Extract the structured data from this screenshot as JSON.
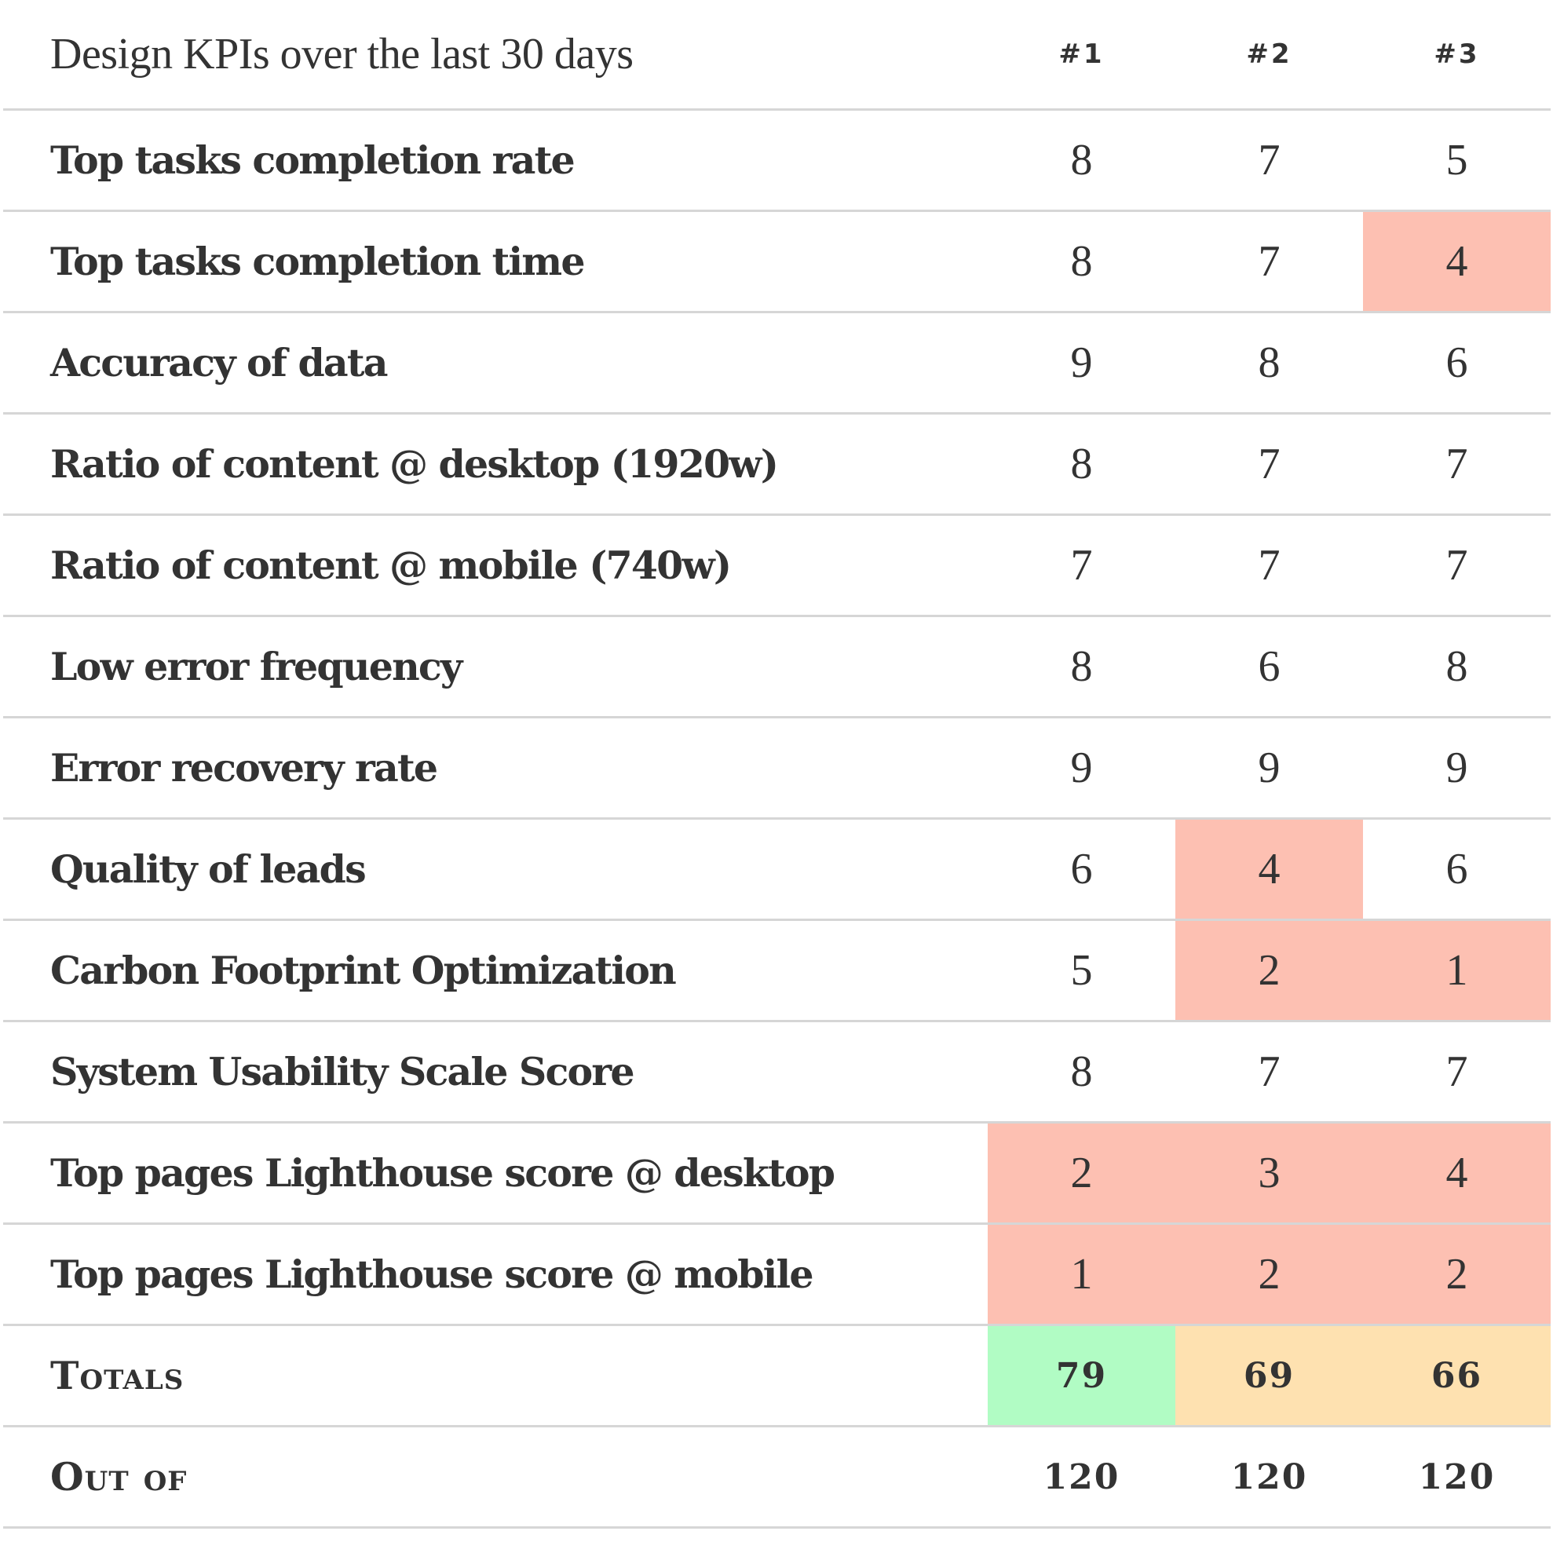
{
  "table": {
    "title": "Design KPIs over the last 30 days",
    "columns": [
      "#1",
      "#2",
      "#3"
    ],
    "rows": [
      {
        "label": "Top tasks completion rate",
        "values": [
          "8",
          "7",
          "5"
        ],
        "highlight": [
          false,
          false,
          false
        ]
      },
      {
        "label": "Top tasks completion time",
        "values": [
          "8",
          "7",
          "4"
        ],
        "highlight": [
          false,
          false,
          true
        ]
      },
      {
        "label": "Accuracy of data",
        "values": [
          "9",
          "8",
          "6"
        ],
        "highlight": [
          false,
          false,
          false
        ]
      },
      {
        "label": "Ratio of content @ desktop (1920w)",
        "values": [
          "8",
          "7",
          "7"
        ],
        "highlight": [
          false,
          false,
          false
        ]
      },
      {
        "label": "Ratio of content @ mobile (740w)",
        "values": [
          "7",
          "7",
          "7"
        ],
        "highlight": [
          false,
          false,
          false
        ]
      },
      {
        "label": "Low error frequency",
        "values": [
          "8",
          "6",
          "8"
        ],
        "highlight": [
          false,
          false,
          false
        ]
      },
      {
        "label": "Error recovery rate",
        "values": [
          "9",
          "9",
          "9"
        ],
        "highlight": [
          false,
          false,
          false
        ]
      },
      {
        "label": "Quality of leads",
        "values": [
          "6",
          "4",
          "6"
        ],
        "highlight": [
          false,
          true,
          false
        ]
      },
      {
        "label": "Carbon Footprint Optimization",
        "values": [
          "5",
          "2",
          "1"
        ],
        "highlight": [
          false,
          true,
          true
        ]
      },
      {
        "label": "System Usability Scale Score",
        "values": [
          "8",
          "7",
          "7"
        ],
        "highlight": [
          false,
          false,
          false
        ]
      },
      {
        "label": "Top pages Lighthouse score @ desktop",
        "values": [
          "2",
          "3",
          "4"
        ],
        "highlight": [
          true,
          true,
          true
        ]
      },
      {
        "label": "Top pages Lighthouse score @ mobile",
        "values": [
          "1",
          "2",
          "2"
        ],
        "highlight": [
          true,
          true,
          true
        ]
      }
    ],
    "totals": {
      "label": "Totals",
      "values": [
        "79",
        "69",
        "66"
      ]
    },
    "out_of": {
      "label": "Out of",
      "values": [
        "120",
        "120",
        "120"
      ]
    }
  },
  "colors": {
    "low_score": "#fdc0b2",
    "best_total": "#b1fcc4",
    "other_total": "#fee1b0",
    "border": "#d6d6d6",
    "text": "#333333"
  }
}
